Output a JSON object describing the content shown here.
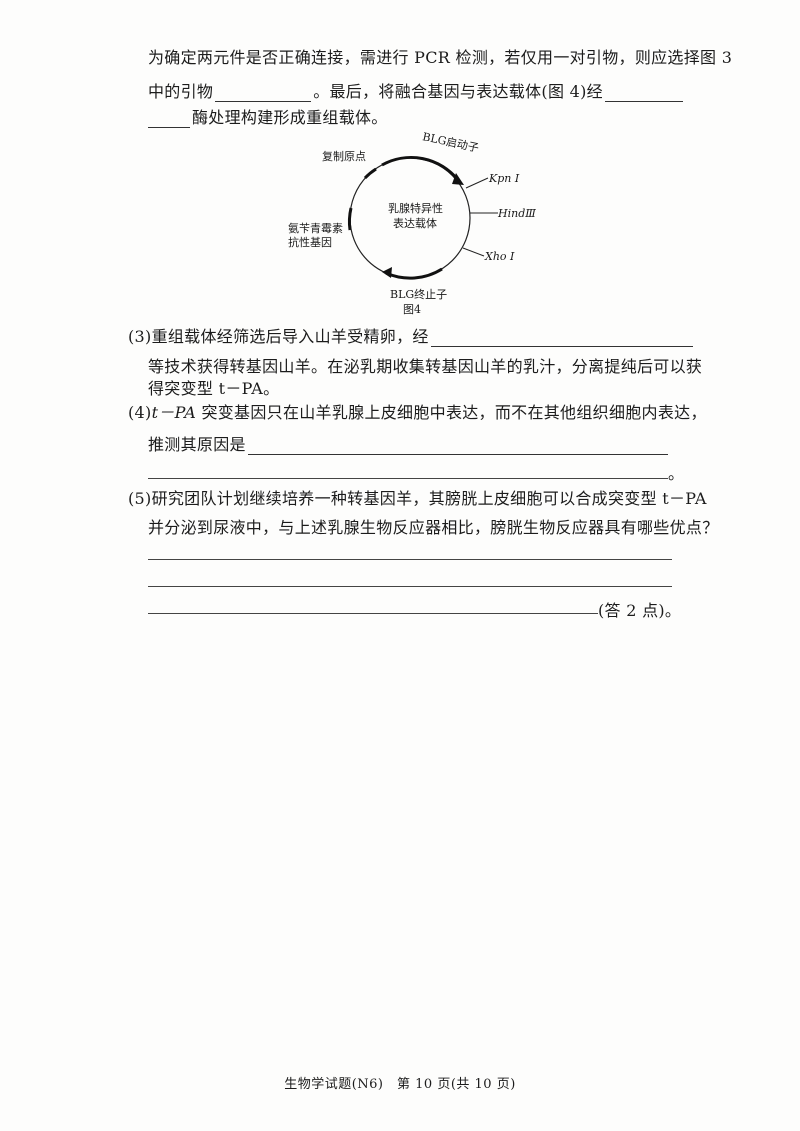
{
  "paragraph_intro": {
    "line1": "为确定两元件是否正确连接，需进行 PCR 检测，若仅用一对引物，则应选择图 3",
    "line2_a": "中的引物",
    "line2_b": "。最后，将融合基因与表达载体(图 4)经",
    "line3_b": "酶处理构建形成重组载体。"
  },
  "figure4": {
    "center_line1": "乳腺特异性",
    "center_line2": "表达载体",
    "ori": "复制原点",
    "promoter": "BLG启动子",
    "kpn": "Kpn Ⅰ",
    "hind": "HindⅢ",
    "xho": "Xho Ⅰ",
    "amp_line1": "氨苄青霉素",
    "amp_line2": "抗性基因",
    "terminator": "BLG终止子",
    "caption": "图4"
  },
  "q3": {
    "num": "(3)",
    "line1": "重组载体经筛选后导入山羊受精卵，经",
    "line2": "等技术获得转基因山羊。在泌乳期收集转基因山羊的乳汁，分离提纯后可以获",
    "line3": "得突变型 t－PA。"
  },
  "q4": {
    "num": "(4)",
    "tpa": "t－PA",
    "line1": " 突变基因只在山羊乳腺上皮细胞中表达，而不在其他组织细胞内表达，",
    "line2": "推测其原因是",
    "end": "。"
  },
  "q5": {
    "num": "(5)",
    "line1": "研究团队计划继续培养一种转基因羊，其膀胱上皮细胞可以合成突变型 t－PA",
    "line2": "并分泌到尿液中，与上述乳腺生物反应器相比，膀胱生物反应器具有哪些优点？",
    "note": "(答 2 点)。"
  },
  "footer": {
    "text": "生物学试题(N6)　第 10 页(共 10 页)"
  }
}
